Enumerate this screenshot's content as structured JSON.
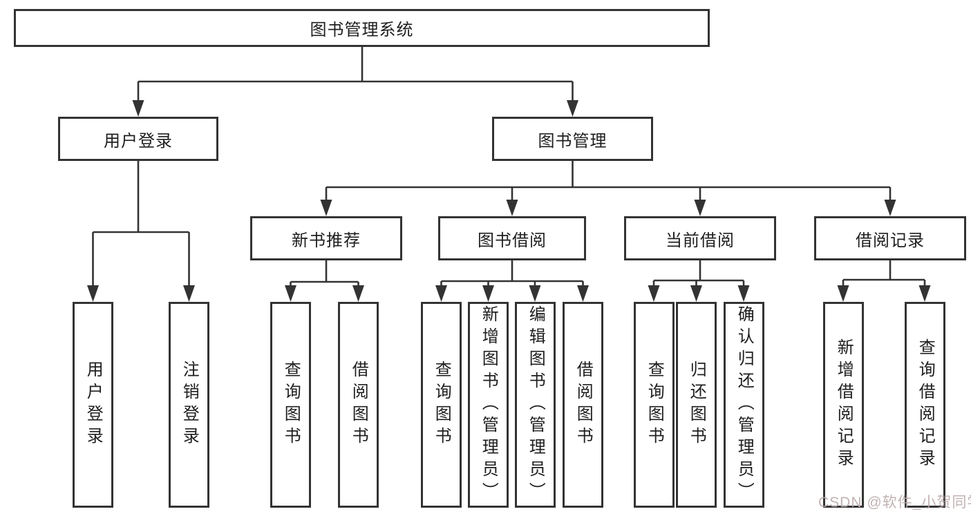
{
  "diagram": {
    "root": {
      "label": "图书管理系统"
    },
    "branches": [
      {
        "label": "用户登录",
        "children": [
          {
            "label": "用户登录"
          },
          {
            "label": "注销登录"
          }
        ]
      },
      {
        "label": "图书管理",
        "children": [
          {
            "label": "新书推荐",
            "children": [
              {
                "label": "查询图书"
              },
              {
                "label": "借阅图书"
              }
            ]
          },
          {
            "label": "图书借阅",
            "children": [
              {
                "label": "查询图书"
              },
              {
                "label": "新增图书（管理员）"
              },
              {
                "label": "编辑图书（管理员）"
              },
              {
                "label": "借阅图书"
              }
            ]
          },
          {
            "label": "当前借阅",
            "children": [
              {
                "label": "查询图书"
              },
              {
                "label": "归还图书"
              },
              {
                "label": "确认归还（管理员）"
              }
            ]
          },
          {
            "label": "借阅记录",
            "children": [
              {
                "label": "新增借阅记录"
              },
              {
                "label": "查询借阅记录"
              }
            ]
          }
        ]
      }
    ]
  },
  "watermark": {
    "text": "CSDN @软件_小贺同学"
  },
  "colors": {
    "line": "#333333",
    "box_border": "#333333",
    "text": "#1e1e1e",
    "background": "#ffffff",
    "watermark": "#baaaaa"
  }
}
